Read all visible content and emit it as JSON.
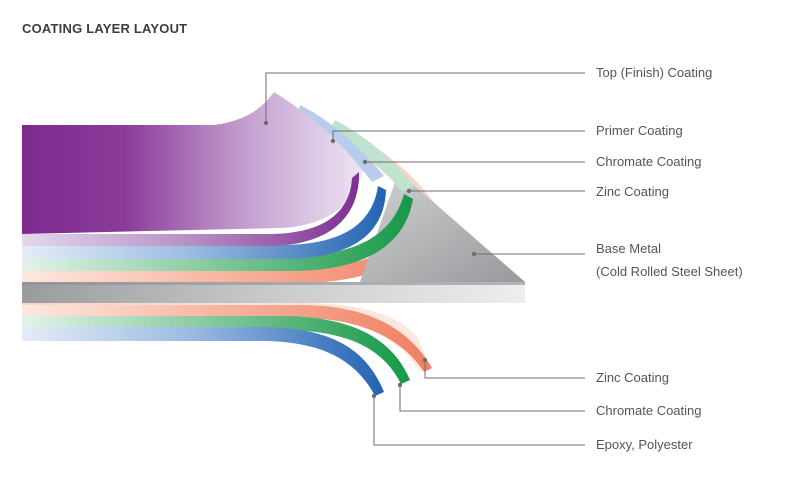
{
  "title": "COATING LAYER LAYOUT",
  "labels": {
    "top_finish": "Top (Finish) Coating",
    "primer": "Primer Coating",
    "chromate_upper": "Chromate Coating",
    "zinc_upper": "Zinc Coating",
    "base_metal_line1": "Base Metal",
    "base_metal_line2": "(Cold Rolled Steel Sheet)",
    "zinc_lower": "Zinc Coating",
    "chromate_lower": "Chromate Coating",
    "epoxy": "Epoxy, Polyester"
  },
  "colors": {
    "top_coating": "#8e3d98",
    "primer": "#2b69b5",
    "chromate": "#1f9a4d",
    "zinc": "#f1866b",
    "base_metal": "#a9aaad",
    "leader_line": "#6e6e6e"
  }
}
